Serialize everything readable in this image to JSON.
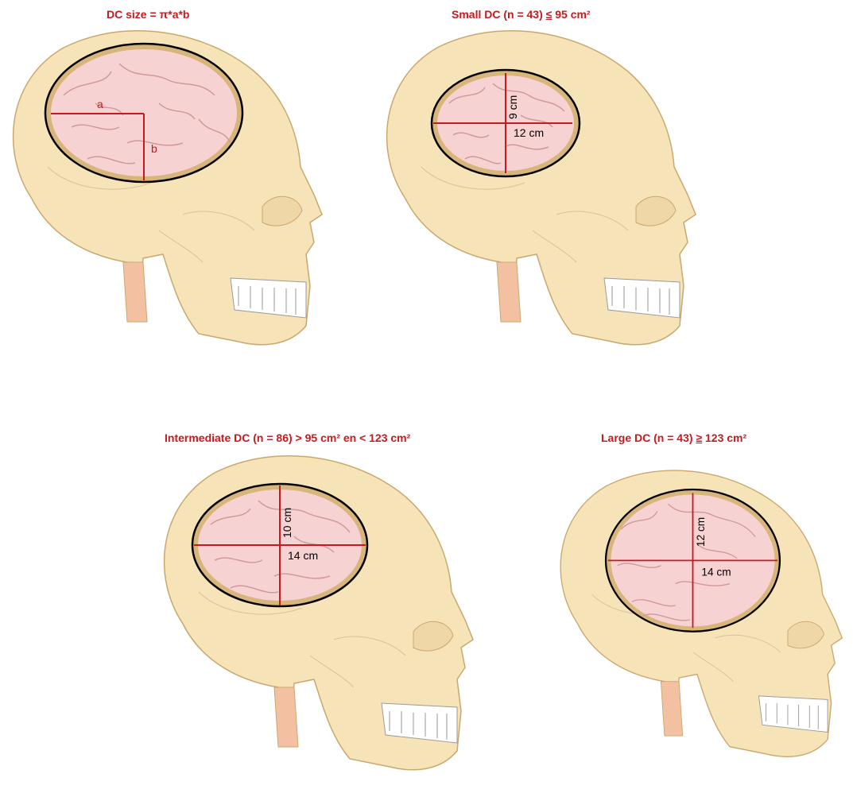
{
  "colors": {
    "accent_red": "#c8191e",
    "bone": "#f7e3b8",
    "bone_outline": "#c9a86e",
    "brain": "#f6d2d2",
    "gyri": "#cf9a9c",
    "neck": "#f3c1a2"
  },
  "panels": [
    {
      "id": "formula",
      "title_parts": [
        "DC size = π*a*b"
      ],
      "dim_labels": {
        "horizontal": "a",
        "vertical": "b"
      }
    },
    {
      "id": "small",
      "title_parts": [
        "Small DC  (n = 43) ",
        "≤",
        " 95 cm²"
      ],
      "dim_labels": {
        "horizontal": "12 cm",
        "vertical": "9 cm"
      }
    },
    {
      "id": "intermediate",
      "title_parts": [
        "Intermediate DC  (n = 86) > 95 cm² en < 123 cm²"
      ],
      "dim_labels": {
        "horizontal": "14 cm",
        "vertical": "10 cm"
      }
    },
    {
      "id": "large",
      "title_parts": [
        "Large DC  (n = 43) ",
        "≥",
        " 123 cm²"
      ],
      "dim_labels": {
        "horizontal": "14 cm",
        "vertical": "12 cm"
      }
    }
  ]
}
